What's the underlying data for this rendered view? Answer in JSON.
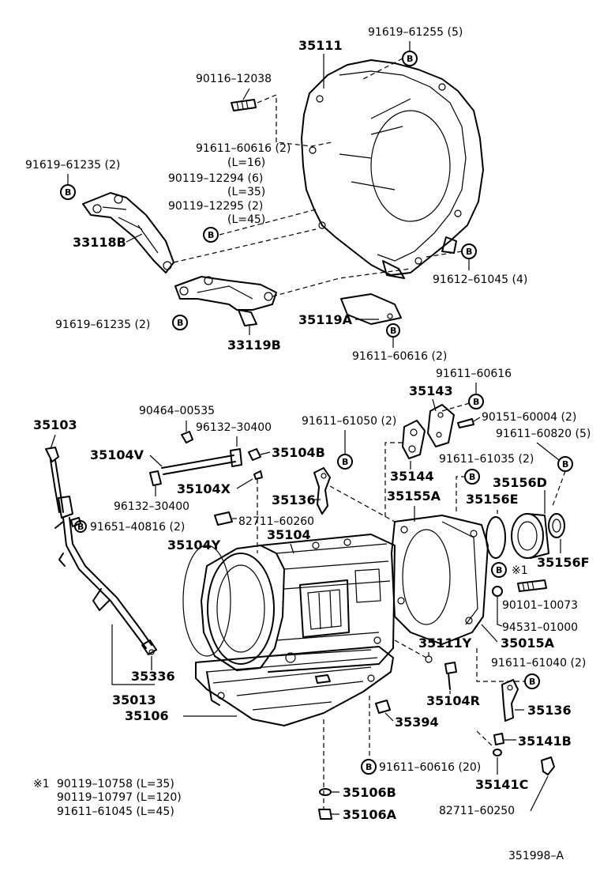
{
  "diagram_id": "351998–A",
  "labels": {
    "p35111": "35111",
    "p91619_61255": "91619–61255 (5)",
    "p90116_12038": "90116–12038",
    "p91611_60616_2a": "91611–60616 (2)",
    "l16": "(L=16)",
    "p90119_12294": "90119–12294 (6)",
    "l35": "(L=35)",
    "p90119_12295": "90119–12295 (2)",
    "l45": "(L=45)",
    "p91619_61235_a": "91619–61235 (2)",
    "p33118B": "33118B",
    "p91612_61045": "91612–61045 (4)",
    "p91619_61235_b": "91619–61235 (2)",
    "p35119A": "35119A",
    "p33119B": "33119B",
    "p91611_60616_2b": "91611–60616 (2)",
    "p91611_60616": "91611–60616",
    "p35143": "35143",
    "p90464_00535": "90464–00535",
    "p35103": "35103",
    "p96132_30400_a": "96132–30400",
    "p91611_61050": "91611–61050 (2)",
    "p90151_60004": "90151–60004 (2)",
    "p91611_60820": "91611–60820 (5)",
    "p35104V": "35104V",
    "p35104B": "35104B",
    "p91611_61035": "91611–61035 (2)",
    "p35144": "35144",
    "p96132_30400_b": "96132–30400",
    "p35104X": "35104X",
    "p35156D": "35156D",
    "p35136_a": "35136",
    "p35155A": "35155A",
    "p35156E": "35156E",
    "p91651_40816": "91651–40816 (2)",
    "p82711_60260": "82711–60260",
    "p35104Y": "35104Y",
    "p35104": "35104",
    "p35156F": "35156F",
    "mark1": "※1",
    "p90101_10073": "90101–10073",
    "p94531_01000": "94531–01000",
    "p35015A": "35015A",
    "p35111Y": "35111Y",
    "p91611_61040": "91611–61040 (2)",
    "p35336": "35336",
    "p35104R": "35104R",
    "p35013": "35013",
    "p35136_b": "35136",
    "p35106": "35106",
    "p35394": "35394",
    "p35141B": "35141B",
    "p91611_60616_20": "91611–60616 (20)",
    "p35141C": "35141C",
    "p35106B": "35106B",
    "p82711_60250": "82711–60250",
    "p35106A": "35106A"
  },
  "footnote": {
    "mark": "※1",
    "line1": "90119–10758 (L=35)",
    "line2": "90119–10797 (L=120)",
    "line3": "91611–61045 (L=45)"
  },
  "bolt_symbol": "B"
}
